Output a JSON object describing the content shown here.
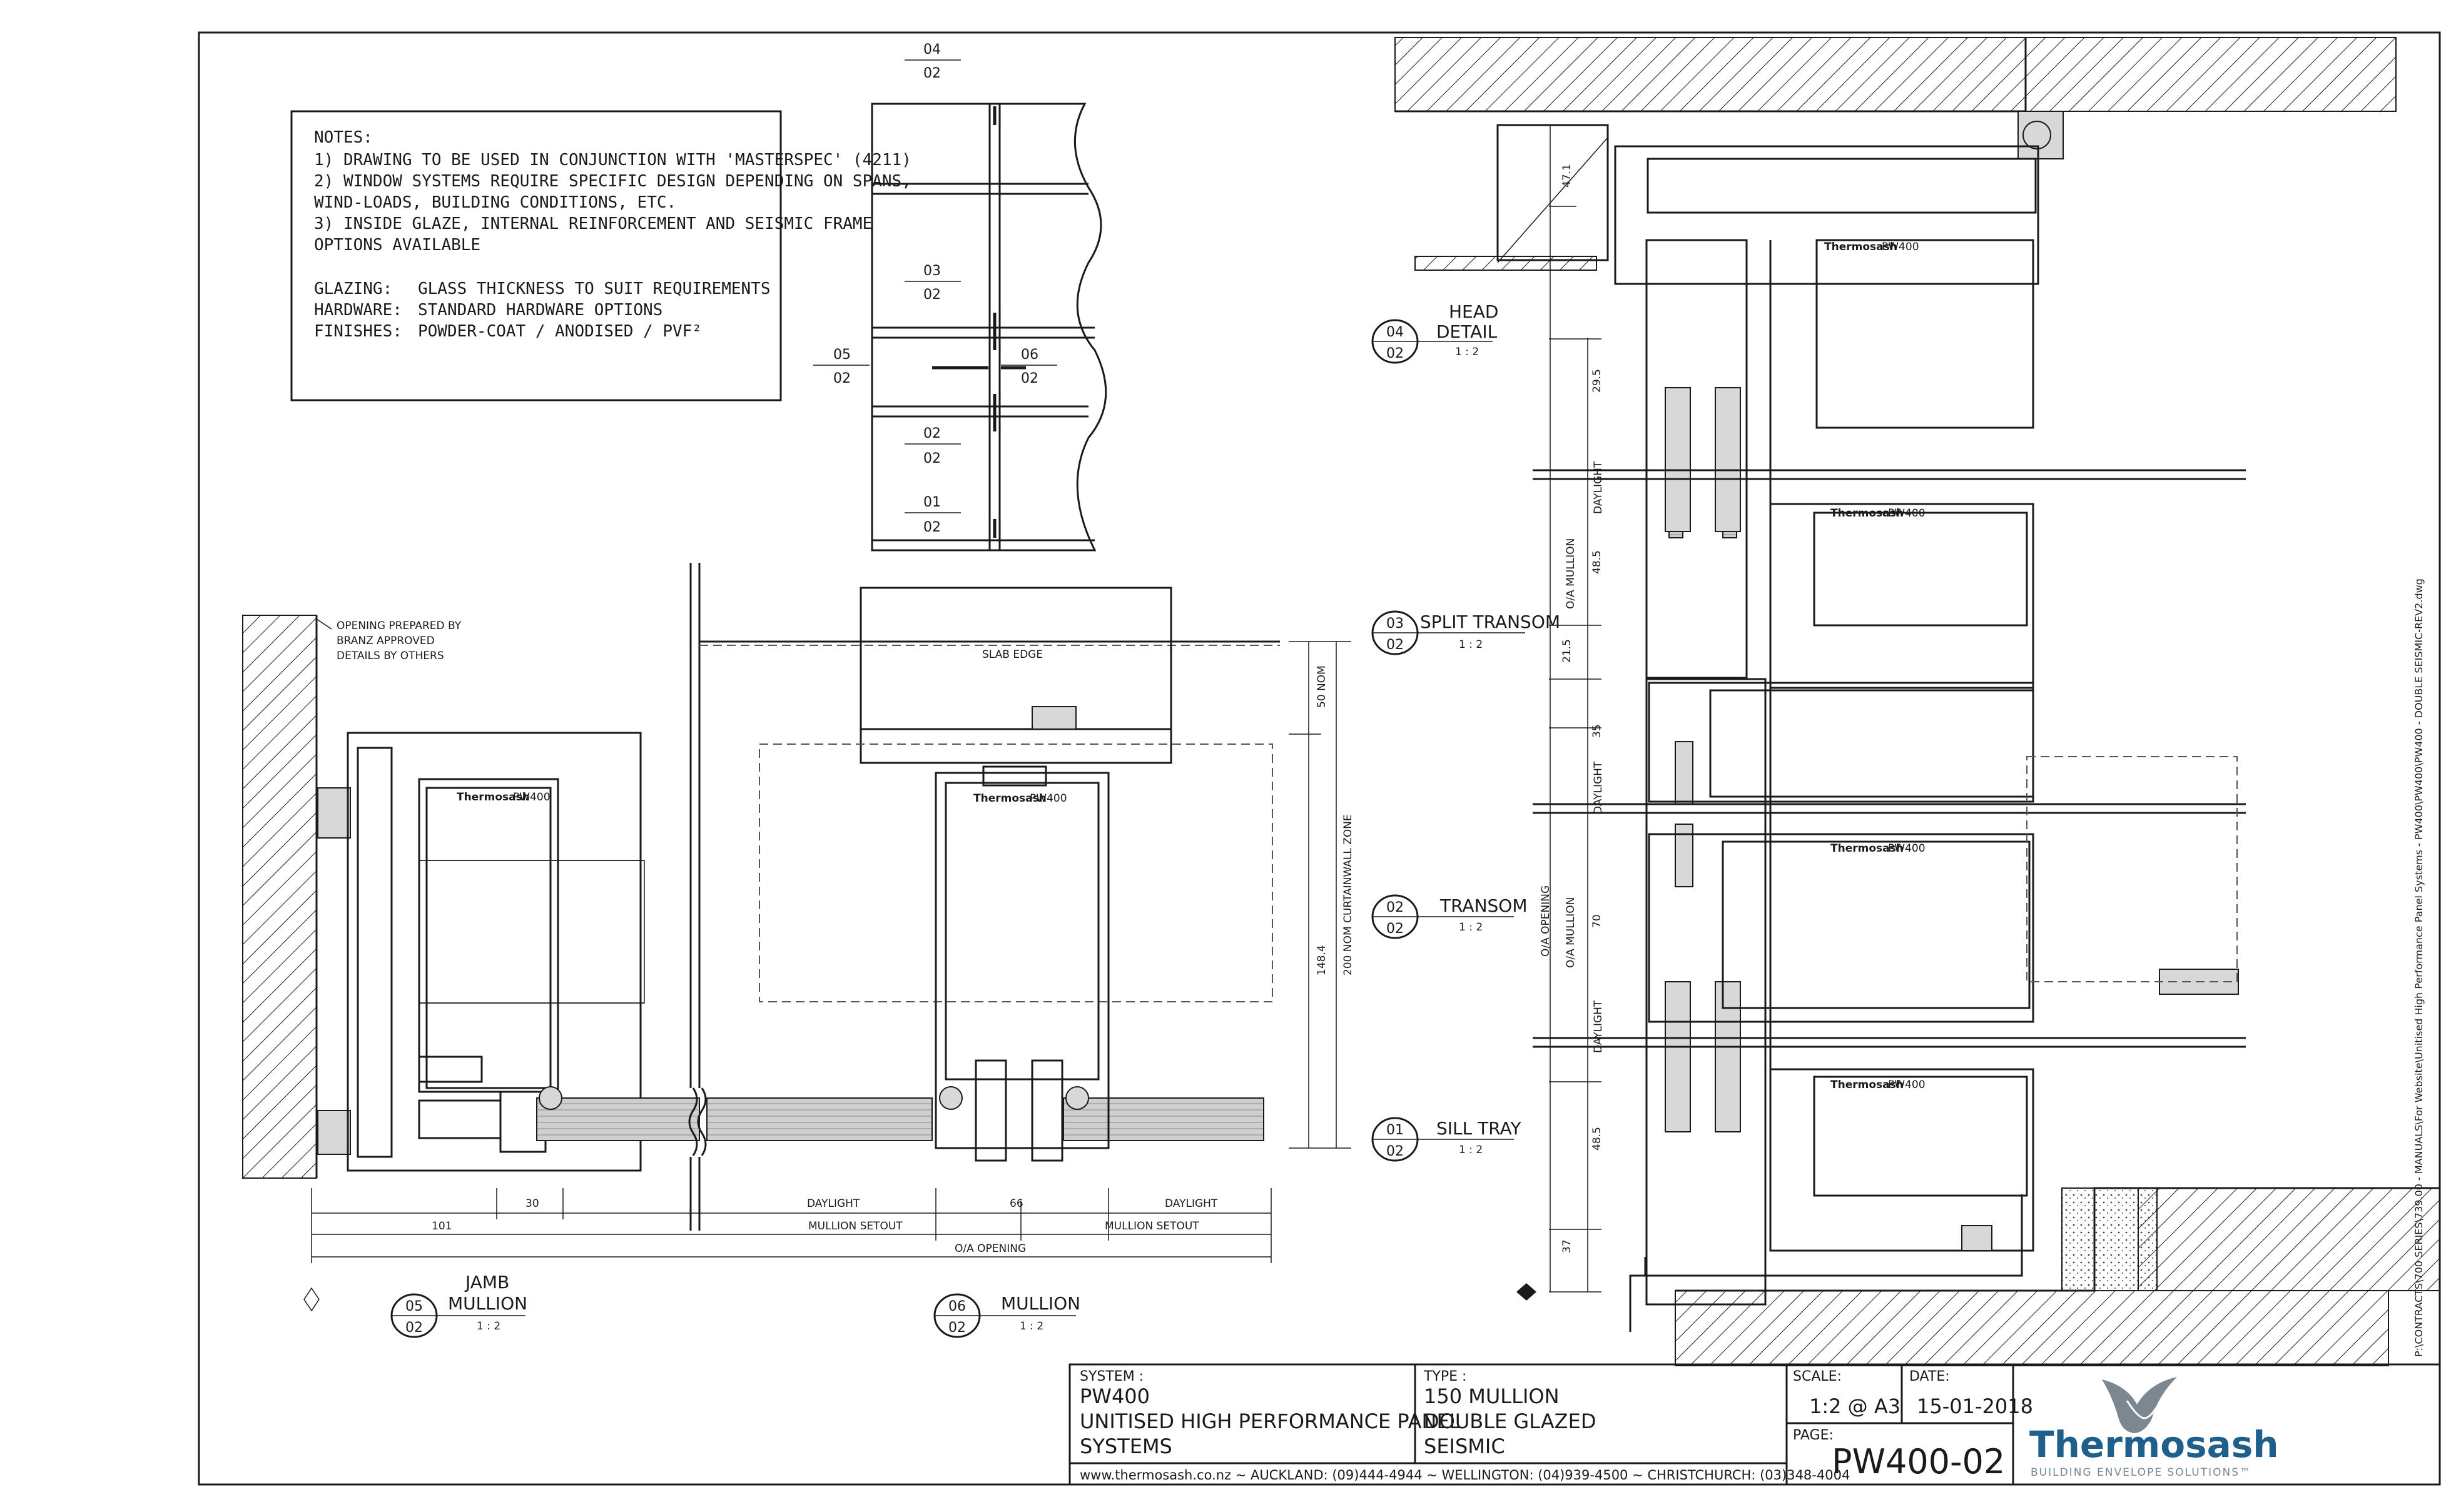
{
  "notes": {
    "heading": "NOTES:",
    "lines": [
      "1) DRAWING TO BE USED IN CONJUNCTION WITH 'MASTERSPEC' (4211)",
      "2) WINDOW SYSTEMS REQUIRE SPECIFIC DESIGN DEPENDING ON SPANS,",
      "WIND-LOADS, BUILDING CONDITIONS, ETC.",
      "3) INSIDE GLAZE, INTERNAL REINFORCEMENT AND SEISMIC FRAME",
      "OPTIONS AVAILABLE"
    ],
    "specs": [
      {
        "label": "GLAZING:",
        "value": "GLASS THICKNESS TO SUIT REQUIREMENTS"
      },
      {
        "label": "HARDWARE:",
        "value": "STANDARD HARDWARE OPTIONS"
      },
      {
        "label": "FINISHES:",
        "value": "POWDER-COAT / ANODISED / PVF²"
      }
    ]
  },
  "elevation_refs": [
    {
      "num": "04",
      "sheet": "02"
    },
    {
      "num": "03",
      "sheet": "02"
    },
    {
      "num": "05",
      "sheet": "02"
    },
    {
      "num": "06",
      "sheet": "02"
    },
    {
      "num": "02",
      "sheet": "02"
    },
    {
      "num": "01",
      "sheet": "02"
    }
  ],
  "section_callouts": [
    {
      "num": "04",
      "sheet": "02",
      "title": "HEAD",
      "title2": "DETAIL",
      "scale": "1 : 2"
    },
    {
      "num": "03",
      "sheet": "02",
      "title": "SPLIT TRANSOM",
      "title2": "",
      "scale": "1 : 2"
    },
    {
      "num": "02",
      "sheet": "02",
      "title": "TRANSOM",
      "title2": "",
      "scale": "1 : 2"
    },
    {
      "num": "01",
      "sheet": "02",
      "title": "SILL TRAY",
      "title2": "",
      "scale": "1 : 2"
    }
  ],
  "plan_callouts": [
    {
      "num": "05",
      "sheet": "02",
      "title": "JAMB",
      "title2": "MULLION",
      "scale": "1 : 2"
    },
    {
      "num": "06",
      "sheet": "02",
      "title": "MULLION",
      "title2": "",
      "scale": "1 : 2"
    }
  ],
  "annotations": {
    "opening_note": [
      "OPENING PREPARED BY",
      "BRANZ APPROVED",
      "DETAILS BY OTHERS"
    ],
    "slab_edge": "SLAB EDGE",
    "brand_mark": "Thermosash",
    "product_mark": "PW400"
  },
  "plan_dims": {
    "d101": "101",
    "d30": "30",
    "daylight": "DAYLIGHT",
    "d66": "66",
    "mullion_setout": "MULLION SETOUT",
    "oa_opening": "O/A OPENING",
    "v50": "50 NOM",
    "v1484": "148.4",
    "v200": "200 NOM CURTAINWALL ZONE"
  },
  "section_dims": {
    "d471": "47.1",
    "d295": "29.5",
    "d485a": "48.5",
    "d215": "21.5",
    "d35": "35",
    "d70": "70",
    "d485b": "48.5",
    "d37": "37",
    "daylight": "DAYLIGHT",
    "oa_mullion": "O/A MULLION",
    "oa_opening": "O/A OPENING"
  },
  "file_path": "P:\\CONTRACTS\\700 SERIES\\739.00 - MANUALS\\For Website\\Unitised High Performance Panel Systems - PW400\\PW400\\PW400 - DOUBLE SEISMIC-REV2.dwg",
  "title_block": {
    "system_label": "SYSTEM :",
    "system_lines": [
      "PW400",
      "UNITISED HIGH PERFORMANCE PANEL",
      "SYSTEMS"
    ],
    "type_label": "TYPE :",
    "type_lines": [
      "150 MULLION",
      "DOUBLE GLAZED",
      "SEISMIC"
    ],
    "scale_label": "SCALE:",
    "scale_value": "1:2 @ A3",
    "date_label": "DATE:",
    "date_value": "15-01-2018",
    "page_label": "PAGE:",
    "page_value": "PW400-02",
    "contact": "www.thermosash.co.nz ~ AUCKLAND: (09)444-4944 ~ WELLINGTON: (04)939-4500 ~ CHRISTCHURCH: (03)348-4004",
    "logo_name": "Thermosash",
    "logo_tagline": "BUILDING ENVELOPE SOLUTIONS™"
  },
  "colors": {
    "ink": "#1a1a1a",
    "brand": "#1f5f8b",
    "logo_grey": "#7d8790"
  }
}
